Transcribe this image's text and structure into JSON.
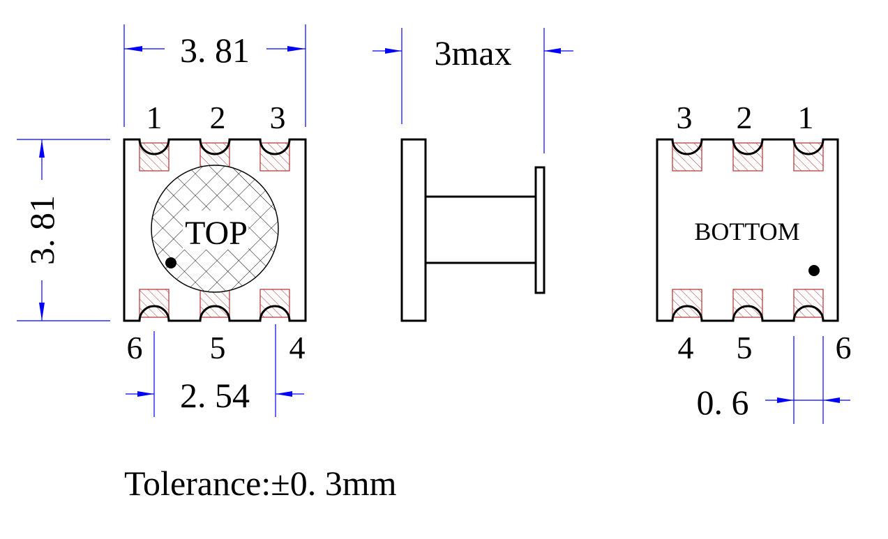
{
  "top_view": {
    "width_dim": "3. 81",
    "height_dim": "3. 81",
    "pitch_dim": "2. 54",
    "center_label": "TOP",
    "pins_top": [
      "1",
      "2",
      "3"
    ],
    "pins_bottom": [
      "6",
      "5",
      "4"
    ]
  },
  "side_view": {
    "height_dim": "3max"
  },
  "bottom_view": {
    "center_label": "BOTTOM",
    "pins_top": [
      "3",
      "2",
      "1"
    ],
    "pins_bottom": [
      "4",
      "5",
      "6"
    ],
    "pad_width_dim": "0. 6"
  },
  "tolerance": "Tolerance:±0. 3mm",
  "colors": {
    "outline": "#000000",
    "dimension": "#0000ff",
    "pad_hatch": "#b03030"
  }
}
